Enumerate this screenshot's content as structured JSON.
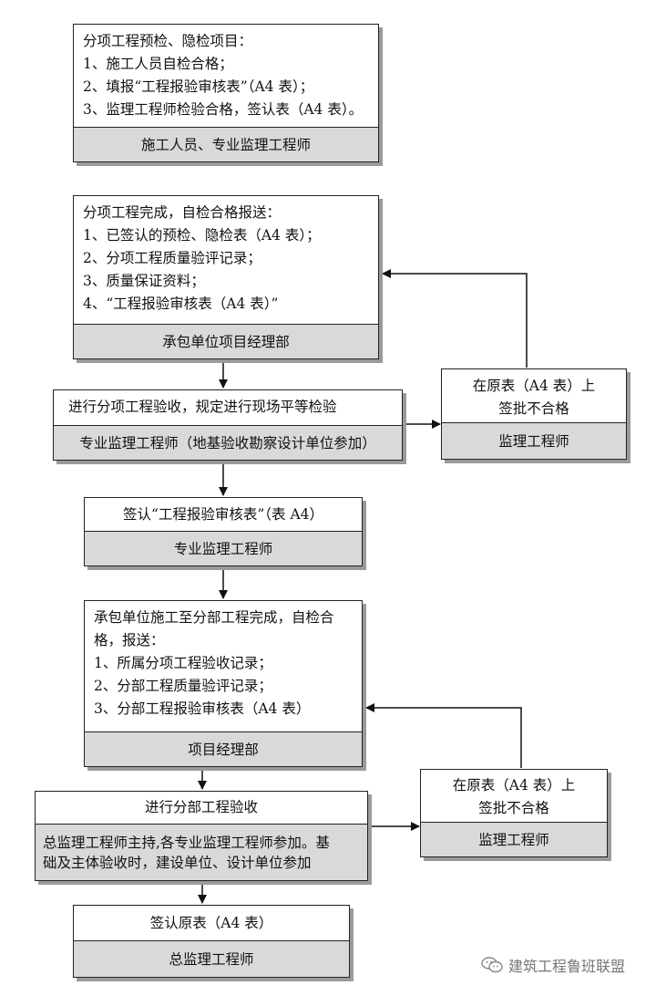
{
  "nodes": {
    "n1": {
      "lines": [
        "分项工程预检、隐检项目：",
        "1、施工人员自检合格；",
        "2、填报“工程报验审核表”（A4 表）；",
        "3、监理工程师检验合格，签认表（A4 表）。"
      ],
      "role": "施工人员、专业监理工程师"
    },
    "n2": {
      "lines": [
        "分项工程完成，自检合格报送：",
        "1、已签认的预检、隐检表（A4 表）；",
        "2、分项工程质量验评记录；",
        "3、质量保证资料；",
        "4、“工程报验审核表（A4 表）”"
      ],
      "role": "承包单位项目经理部"
    },
    "n3": {
      "lines": [
        "进行分项工程验收，规定进行现场平等检验"
      ],
      "role": "专业监理工程师（地基验收勘察设计单位参加）"
    },
    "n4": {
      "lines": [
        "在原表（A4 表）上",
        "签批不合格"
      ],
      "role": "监理工程师"
    },
    "n5": {
      "lines": [
        "签认“工程报验审核表”（表 A4）"
      ],
      "role": "专业监理工程师"
    },
    "n6": {
      "lines": [
        "承包单位施工至分部工程完成，自检合",
        "格，报送：",
        "1、所属分项工程验收记录；",
        "2、分部工程质量验评记录；",
        "3、分部工程报验审核表（A4 表）"
      ],
      "role": "项目经理部"
    },
    "n7": {
      "lines": [
        "进行分部工程验收"
      ],
      "role_lines": [
        "总监理工程师主持,各专业监理工程师参加。基",
        "础及主体验收时，建设单位、设计单位参加"
      ]
    },
    "n8": {
      "lines": [
        "在原表（A4 表）上",
        "签批不合格"
      ],
      "role": "监理工程师"
    },
    "n9": {
      "lines": [
        "签认原表（A4 表）"
      ],
      "role": "总监理工程师"
    }
  },
  "watermark": {
    "text": "建筑工程鲁班联盟",
    "icon": "wechat-icon"
  },
  "colors": {
    "border": "#222222",
    "footer_fill": "#d9d9d9",
    "shadow": "#9a9a9a"
  }
}
